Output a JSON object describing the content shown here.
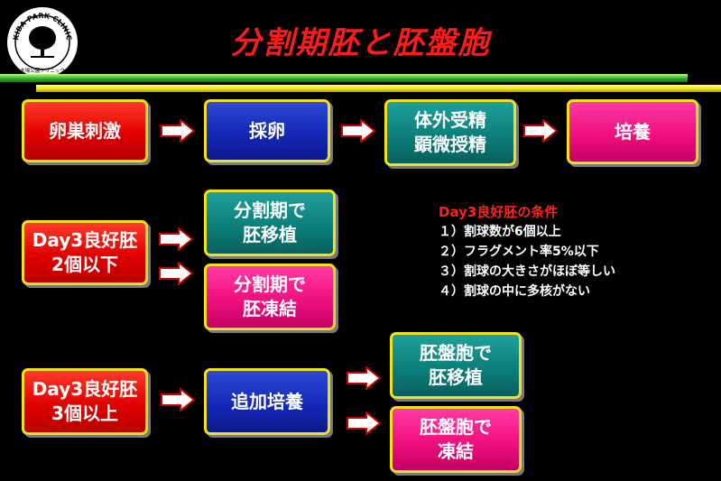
{
  "title": "分割期胚と胚盤胞",
  "logo": {
    "text": "KIBA PARK CLINIC",
    "sub": "木場公園クリニック"
  },
  "colors": {
    "red": "#e10000",
    "blue": "#1428b8",
    "teal": "#0d7f7a",
    "pink": "#f0107e",
    "border": "#f0e020"
  },
  "row1": [
    {
      "label": "卵巣刺激"
    },
    {
      "label": "採卵"
    },
    {
      "label": "体外受精\n顕微授精"
    },
    {
      "label": "培養"
    }
  ],
  "row2": {
    "source": "Day3良好胚\n2個以下",
    "transfer": "分割期で\n胚移植",
    "freeze": "分割期で\n胚凍結"
  },
  "row3": {
    "source": "Day3良好胚\n3個以上",
    "culture": "追加培養",
    "transfer": "胚盤胞で\n胚移植",
    "freeze": "胚盤胞で\n凍結"
  },
  "conditions": {
    "title": "Day3良好胚の条件",
    "items": [
      "１）割球数が6個以上",
      "２）フラグメント率5%以下",
      "３）割球の大きさがほぼ等しい",
      "４）割球の中に多核がない"
    ]
  }
}
